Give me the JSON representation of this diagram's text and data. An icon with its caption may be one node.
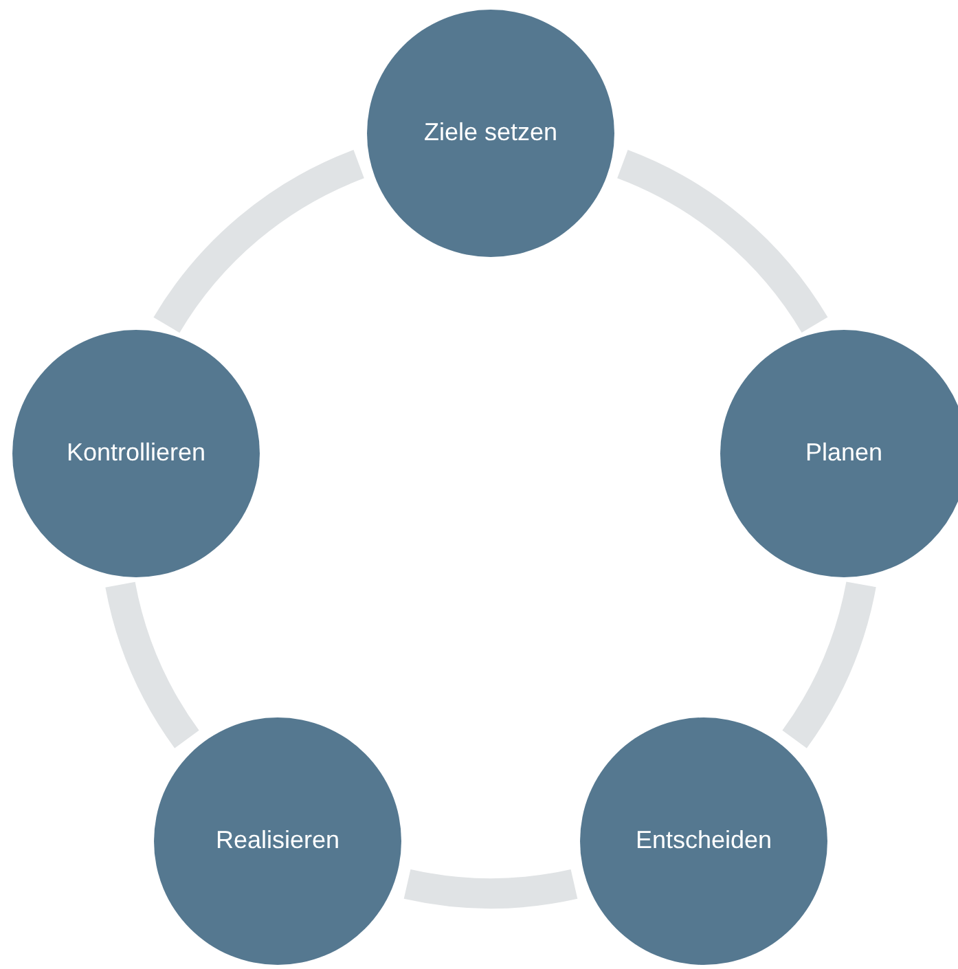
{
  "diagram": {
    "nodes": [
      {
        "text": [
          "Ziele setzen"
        ]
      },
      {
        "text": [
          "Planen"
        ]
      },
      {
        "text": [
          "Entscheiden"
        ]
      },
      {
        "text": [
          "Realisieren"
        ]
      },
      {
        "text": [
          "Kontrollieren"
        ]
      }
    ],
    "edges": [
      {
        "from": 0,
        "to": 1,
        "arrow": "none"
      },
      {
        "from": 1,
        "to": 2,
        "arrow": "none"
      },
      {
        "from": 2,
        "to": 3,
        "arrow": "none"
      },
      {
        "from": 3,
        "to": 4,
        "arrow": "none"
      },
      {
        "from": 4,
        "to": 0,
        "arrow": "none"
      }
    ]
  }
}
